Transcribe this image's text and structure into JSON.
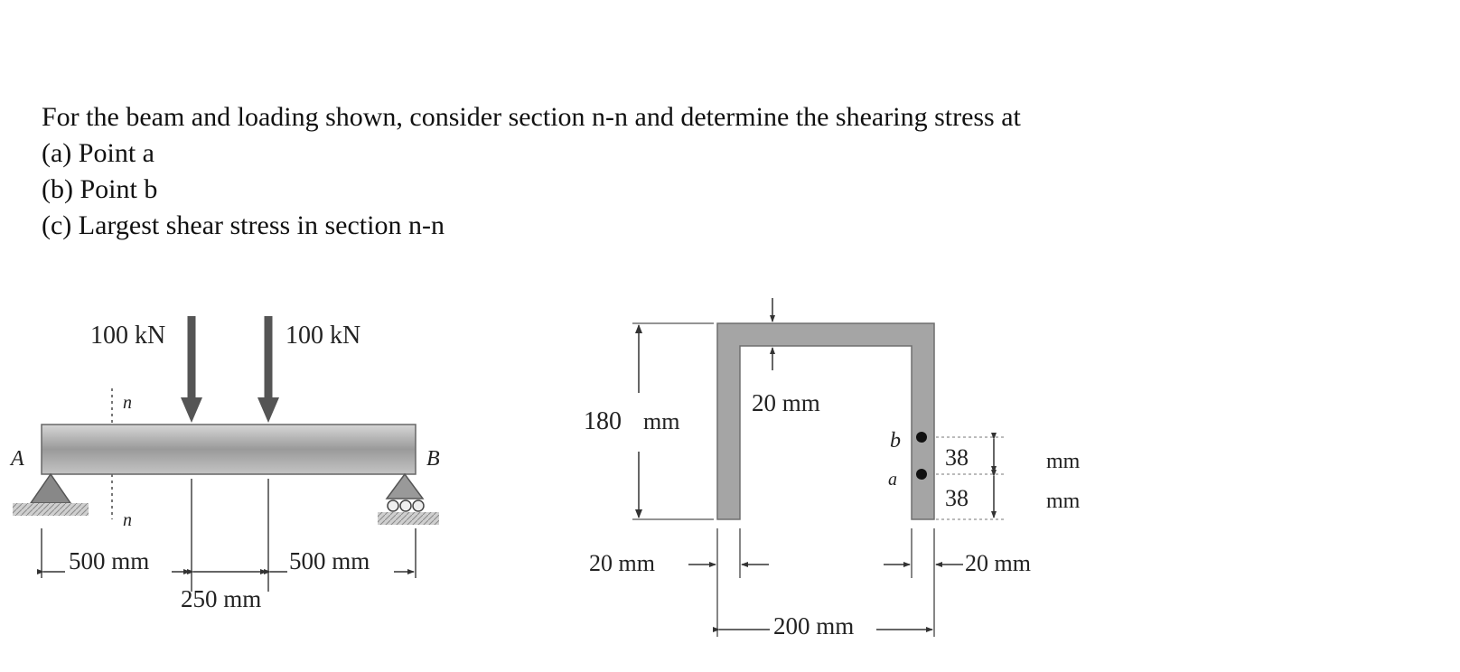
{
  "problem": {
    "statement": "For the beam and loading shown, consider section n-n and determine the shearing stress at",
    "parts": [
      "(a) Point a",
      "(b) Point b",
      "(c) Largest shear stress in section n-n"
    ]
  },
  "beam": {
    "load_left": "100 kN",
    "load_right": "100 kN",
    "support_a": "A",
    "support_b": "B",
    "section_top": "n",
    "section_bottom": "n",
    "dim_left": "500 mm",
    "dim_right": "500 mm",
    "dim_middle": "250 mm"
  },
  "section": {
    "height": "180",
    "height_unit": "mm",
    "flange_thickness": "20 mm",
    "web_left": "20 mm",
    "web_right": "20 mm",
    "width": "200 mm",
    "point_b": "b",
    "point_a": "a",
    "dim_upper_value": "38",
    "dim_upper_unit": "mm",
    "dim_lower_value": "38",
    "dim_lower_unit": "mm"
  }
}
